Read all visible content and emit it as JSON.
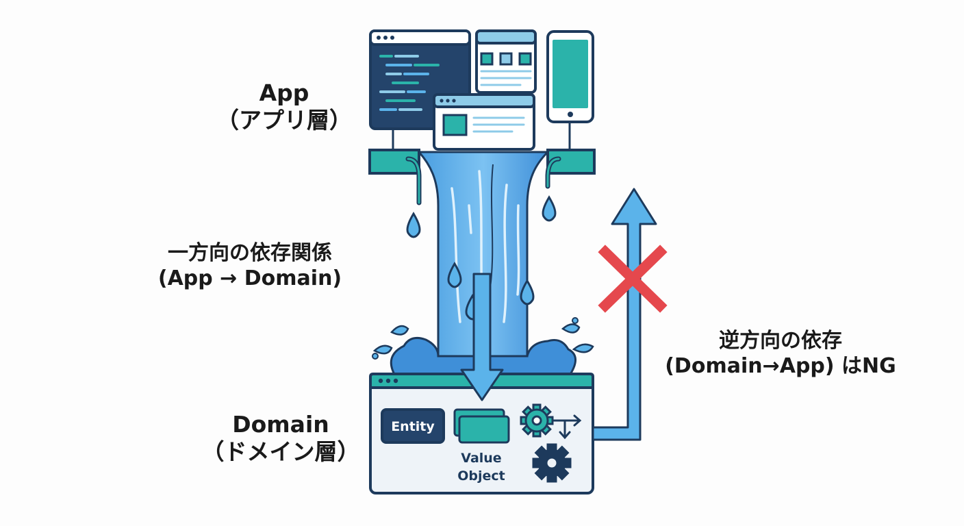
{
  "labels": {
    "app": {
      "title": "App",
      "subtitle": "（アプリ層）"
    },
    "flow": {
      "line1": "一方向の依存関係",
      "line2": "(App → Domain)"
    },
    "domain": {
      "title": "Domain",
      "subtitle": "（ドメイン層）"
    },
    "reverse": {
      "line1": "逆方向の依存",
      "line2": "(Domain→App) はNG"
    }
  },
  "domain_box": {
    "entity": "Entity",
    "value_object_line1": "Value",
    "value_object_line2": "Object"
  },
  "icons": [
    "code-editor-window-icon",
    "web-dashboard-window-icon",
    "web-page-window-icon",
    "smartphone-icon",
    "waterfall-icon",
    "down-arrow-icon",
    "up-arrow-icon",
    "red-cross-icon",
    "gear-icon"
  ],
  "colors": {
    "navy": "#1d3a5c",
    "teal": "#2bb3aa",
    "light_blue": "#5bb3ea",
    "water": "#3f8fd8",
    "red": "#e5484d",
    "panel": "#eef3f8"
  }
}
